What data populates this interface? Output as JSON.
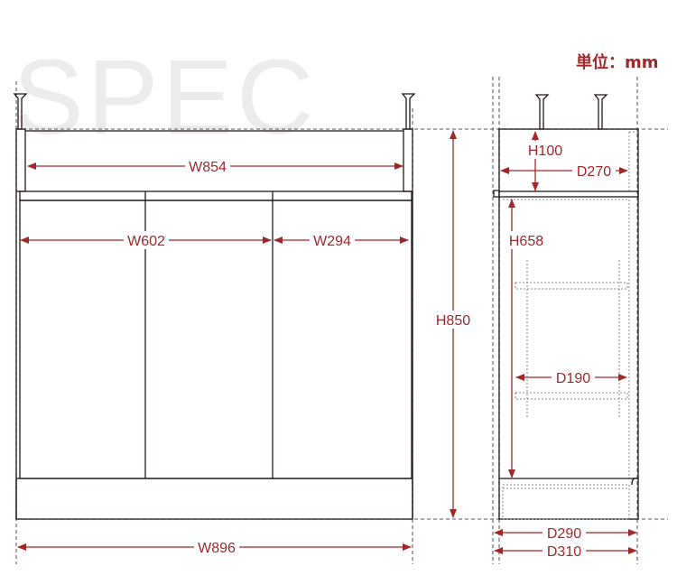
{
  "title": "SPEC",
  "unit_label": "単位：mm",
  "colors": {
    "dimension": "#a0282a",
    "line": "#231815",
    "title": "#ebebeb"
  },
  "front_view": {
    "dimensions": {
      "inner_width": "W854",
      "door_left": "W602",
      "door_right": "W294",
      "height": "H850",
      "total_width": "W896"
    }
  },
  "side_view": {
    "dimensions": {
      "top_height": "H100",
      "top_depth": "D270",
      "inner_height": "H658",
      "shelf_depth": "D190",
      "body_depth": "D290",
      "total_depth": "D310"
    }
  }
}
